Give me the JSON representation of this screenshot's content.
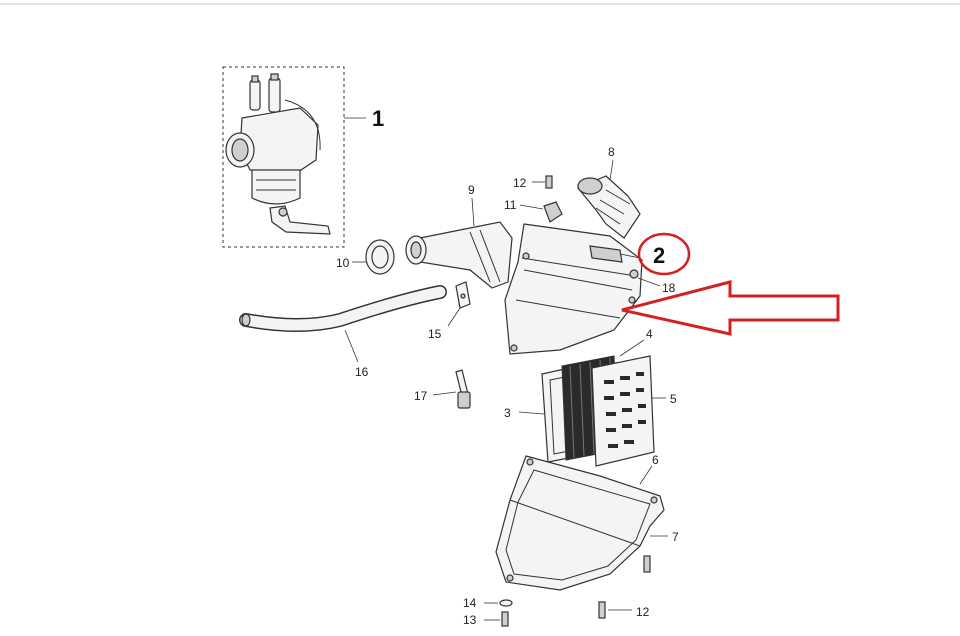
{
  "diagram": {
    "callouts": {
      "c1": "1",
      "c2": "2",
      "c3": "3",
      "c4": "4",
      "c5": "5",
      "c6": "6",
      "c7": "7",
      "c8": "8",
      "c9": "9",
      "c10": "10",
      "c11": "11",
      "c12a": "12",
      "c12b": "12",
      "c13": "13",
      "c14": "14",
      "c15": "15",
      "c16": "16",
      "c17": "17",
      "c18": "18"
    },
    "colors": {
      "highlight": "#d42020",
      "line": "#333333",
      "part_fill": "#f4f4f4",
      "border": "#cccccc"
    }
  }
}
